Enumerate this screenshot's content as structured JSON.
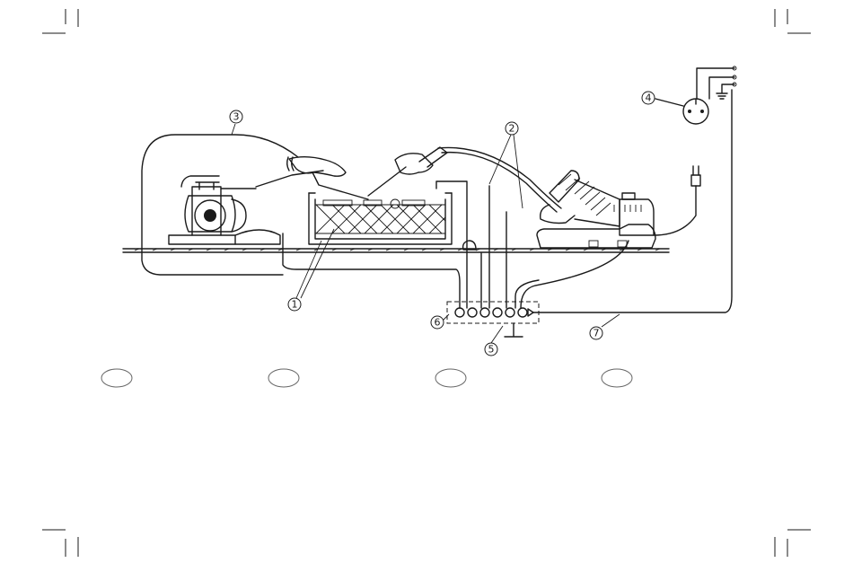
{
  "callouts": [
    {
      "id": "1",
      "label": "1"
    },
    {
      "id": "2",
      "label": "2"
    },
    {
      "id": "3",
      "label": "3"
    },
    {
      "id": "4",
      "label": "4"
    },
    {
      "id": "5",
      "label": "5"
    },
    {
      "id": "6",
      "label": "6"
    },
    {
      "id": "7",
      "label": "7"
    }
  ],
  "language_markers": 4,
  "colors": {
    "line": "#1a1a1a",
    "background": "#ffffff"
  }
}
